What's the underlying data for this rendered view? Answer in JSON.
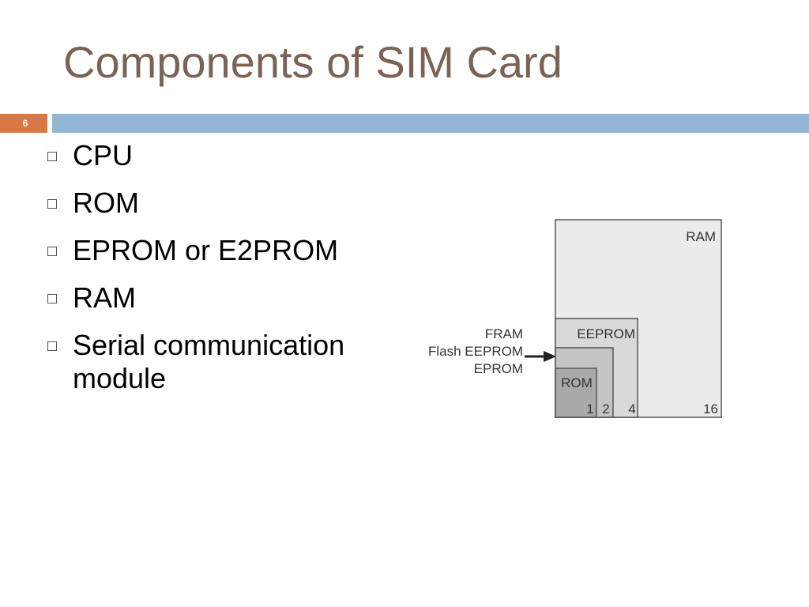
{
  "slide": {
    "title": "Components of SIM Card",
    "number": "6"
  },
  "bullets": [
    "CPU",
    "ROM",
    "EPROM or E2PROM",
    "RAM",
    "Serial communication module"
  ],
  "diagram": {
    "blocks": [
      {
        "name": "RAM",
        "size": "16"
      },
      {
        "name": "EEPROM",
        "size": "4"
      },
      {
        "name": "",
        "size": "2"
      },
      {
        "name": "ROM",
        "size": "1"
      }
    ],
    "side_labels": [
      "FRAM",
      "Flash EEPROM",
      "EPROM"
    ]
  }
}
